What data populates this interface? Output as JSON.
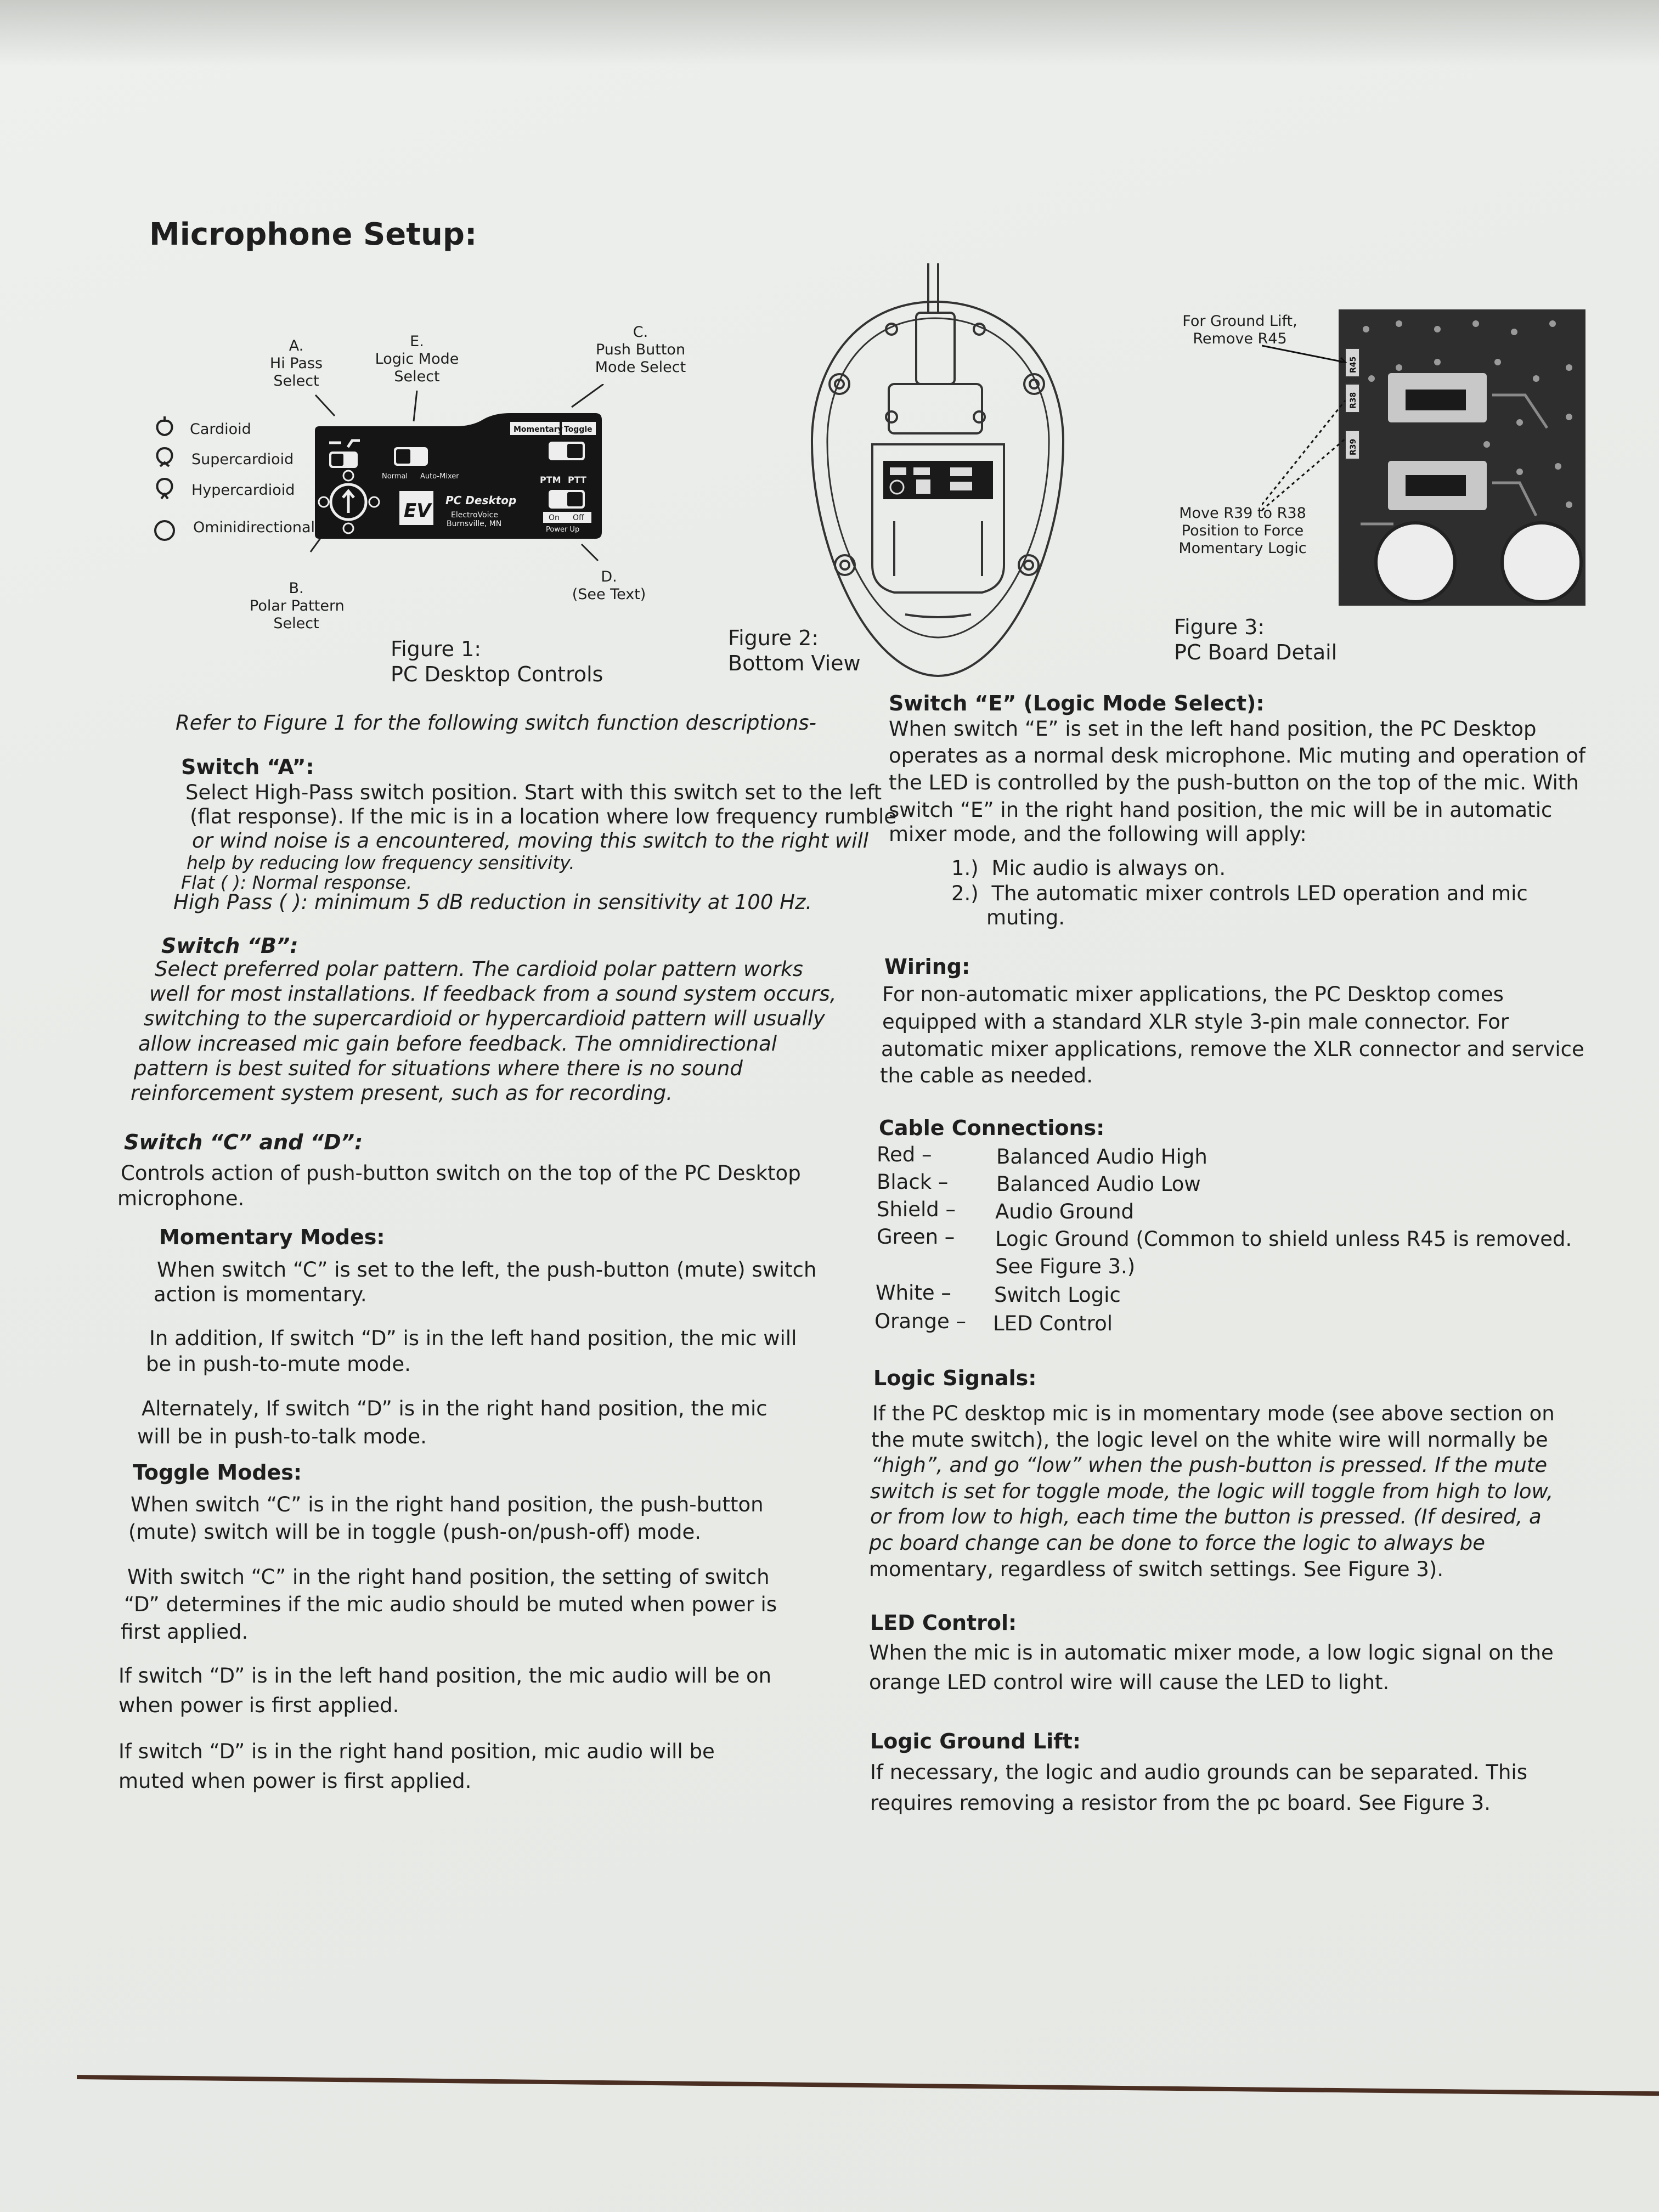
{
  "page_title": "Microphone Setup:",
  "figure1": {
    "caption_line1": "Figure 1:",
    "caption_line2": "PC Desktop Controls",
    "callout_a": [
      "A.",
      "Hi Pass",
      "Select"
    ],
    "callout_e": [
      "E.",
      "Logic Mode",
      "Select"
    ],
    "callout_c": [
      "C.",
      "Push Button",
      "Mode Select"
    ],
    "callout_b": [
      "B.",
      "Polar Pattern",
      "Select"
    ],
    "callout_d": [
      "D.",
      "(See Text)"
    ],
    "legend": [
      "Cardioid",
      "Supercardioid",
      "Hypercardioid",
      "Ominidirectional"
    ],
    "panel": {
      "normal": "Normal",
      "auto_mixer": "Auto-Mixer",
      "momentary": "Momentary",
      "toggle": "Toggle",
      "ptm": "PTM",
      "ptt": "PTT",
      "on": "On",
      "off": "Off",
      "power_up": "Power Up",
      "product": "PC Desktop",
      "brand": "ElectroVoice",
      "city": "Burnsville, MN",
      "logo": "EV"
    }
  },
  "figure2": {
    "caption_line1": "Figure 2:",
    "caption_line2": "Bottom View"
  },
  "figure3": {
    "caption_line1": "Figure 3:",
    "caption_line2": "PC Board Detail",
    "note_top": [
      "For Ground Lift,",
      "Remove R45"
    ],
    "note_bottom": [
      "Move R39 to R38",
      "Position to Force",
      "Momentary Logic"
    ],
    "parts": [
      "R45",
      "R38",
      "R39"
    ]
  },
  "left": {
    "intro": "Refer to Figure 1 for the following switch function descriptions-",
    "switch_a": {
      "heading": "Switch “A”:",
      "lines": [
        "Select High-Pass switch position. Start with this switch set to the left",
        "(flat response). If the mic is in a location where low frequency rumble",
        "or wind noise is a encountered, moving this switch to the right will",
        "help by reducing low frequency sensitivity."
      ],
      "flat": "Flat (      ): Normal response.",
      "high_pass": "High Pass (      ): minimum 5 dB reduction in sensitivity at 100 Hz."
    },
    "switch_b": {
      "heading": "Switch “B”:",
      "lines": [
        "Select preferred polar pattern. The cardioid polar pattern works",
        "well for most installations. If feedback from a sound system occurs,",
        "switching to the supercardioid or hypercardioid pattern will usually",
        "allow increased mic gain before feedback. The omnidirectional",
        "pattern is best suited for situations where there is no sound",
        "reinforcement system present, such as for recording."
      ]
    },
    "switch_cd": {
      "heading": "Switch “C” and “D”:",
      "lines": [
        "Controls action of push-button switch on the top of the PC Desktop",
        "microphone."
      ]
    },
    "momentary": {
      "heading": "Momentary Modes:",
      "p1": [
        "When switch “C” is set to the left, the push-button (mute) switch",
        "action is momentary."
      ],
      "p2": [
        "In addition, If switch “D” is in the left hand position, the mic will",
        "be in push-to-mute mode."
      ],
      "p3": [
        "Alternately, If switch “D” is in the right hand position, the mic",
        "will be in push-to-talk mode."
      ]
    },
    "toggle": {
      "heading": "Toggle Modes:",
      "p1": [
        "When switch “C” is in the right hand position, the push-button",
        "(mute) switch will be in toggle (push-on/push-off) mode."
      ],
      "p2": [
        "With switch “C” in the right hand position, the setting of switch",
        "“D” determines if the mic audio should be muted when power is",
        "first applied."
      ],
      "p3": [
        "If switch “D” is in the left hand position, the mic audio will be on",
        "when power is first applied."
      ],
      "p4": [
        "If switch “D” is in the right hand position, mic audio will be",
        "muted when power is first applied."
      ]
    }
  },
  "right": {
    "switch_e": {
      "heading": "Switch “E” (Logic Mode Select):",
      "lines": [
        "When switch “E” is set in the left hand position, the PC Desktop",
        "operates as a normal desk microphone. Mic muting and operation of",
        "the LED is controlled by the push-button on the top of the mic. With",
        "switch “E” in the right hand position, the mic will be in automatic",
        "mixer mode, and the following will apply:"
      ],
      "items": [
        {
          "num": "1.)",
          "text": "Mic audio is always on."
        },
        {
          "num": "2.)",
          "text": "The automatic mixer controls LED operation and mic",
          "cont": "muting."
        }
      ]
    },
    "wiring": {
      "heading": "Wiring:",
      "lines": [
        "For non-automatic mixer applications, the PC Desktop comes",
        "equipped with a standard XLR style 3-pin male connector. For",
        "automatic mixer applications, remove the XLR connector and service",
        "the cable as needed."
      ]
    },
    "cable": {
      "heading": "Cable Connections:",
      "rows": [
        {
          "color": "Red –",
          "desc": "Balanced Audio High"
        },
        {
          "color": "Black –",
          "desc": "Balanced Audio Low"
        },
        {
          "color": "Shield –",
          "desc": "Audio Ground"
        },
        {
          "color": "Green –",
          "desc": "Logic Ground (Common to shield unless R45 is removed."
        },
        {
          "color": "",
          "desc": "See Figure 3.)"
        },
        {
          "color": "White –",
          "desc": "Switch Logic"
        },
        {
          "color": "Orange –",
          "desc": "LED Control"
        }
      ]
    },
    "logic_signals": {
      "heading": "Logic Signals:",
      "lines": [
        "If the PC desktop mic is in momentary mode (see above section on",
        "the mute switch), the logic level on the white wire will normally be",
        "“high”, and go “low” when the push-button is pressed. If the mute",
        "switch is set for toggle mode, the logic will toggle from high to low,",
        "or from low to high, each time the button is pressed. (If desired, a",
        "pc board change can be done to force the logic to always be",
        "momentary, regardless of switch settings. See Figure 3)."
      ]
    },
    "led_control": {
      "heading": "LED Control:",
      "lines": [
        "When the mic is in automatic mixer mode, a low logic signal on the",
        "orange LED control wire will cause the LED to light."
      ]
    },
    "ground_lift": {
      "heading": "Logic Ground Lift:",
      "lines": [
        "If necessary, the logic and audio grounds can be separated. This",
        "requires removing a resistor from the pc board. See Figure 3."
      ]
    }
  }
}
